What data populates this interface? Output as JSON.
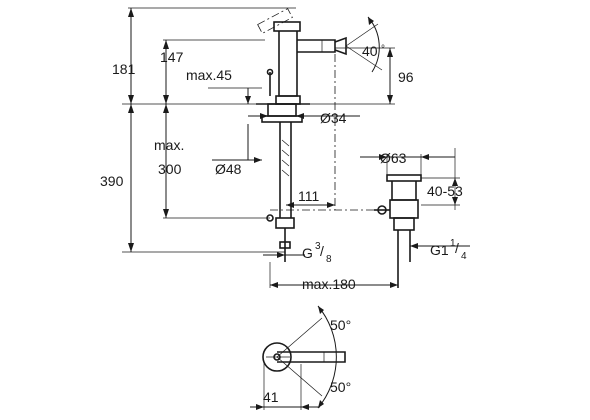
{
  "drawing": {
    "type": "technical-dimension-drawing",
    "line_color": "#1a1a1a",
    "background": "#ffffff"
  },
  "dims": {
    "d181": "181",
    "d147": "147",
    "d40": "40",
    "deg": "°",
    "max45": "max.45",
    "d96": "96",
    "d34": "Ø34",
    "max_word": "max.",
    "d300": "300",
    "d390": "390",
    "d48": "Ø48",
    "d63": "Ø63",
    "d4053": "40-53",
    "d111": "111",
    "g_prefix": "G",
    "g38_num": "3",
    "g38_den": "8",
    "g1_prefix": "G1",
    "g14_num": "1",
    "g14_den": "4",
    "max180": "max.180",
    "d50top": "50°",
    "d50bot": "50°",
    "d41": "41"
  }
}
